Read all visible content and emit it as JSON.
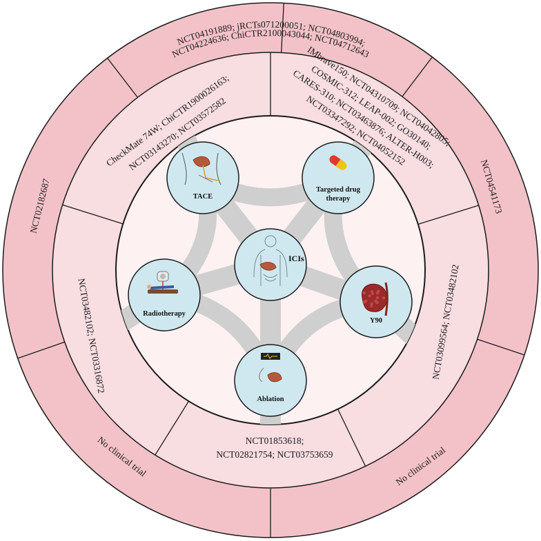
{
  "colors": {
    "outer_ring": "#f3c2c8",
    "middle_ring": "#f8dde1",
    "inner_disc": "#fdf1f2",
    "node_fill": "#cfe8ef",
    "connector": "#cfcfcf",
    "line": "#1a1a1a"
  },
  "center": {
    "label": "ICIs",
    "icon": "human-body-liver-icon"
  },
  "therapies": [
    {
      "key": "tace",
      "lines": [
        "TACE"
      ],
      "icon": "hepatic-catheter-icon"
    },
    {
      "key": "targeted",
      "lines": [
        "Targeted drug",
        "therapy"
      ],
      "icon": "pill-capsule-icon"
    },
    {
      "key": "y90",
      "lines": [
        "Y90"
      ],
      "icon": "microsphere-liver-icon"
    },
    {
      "key": "ablation",
      "lines": [
        "Ablation"
      ],
      "icon": "ablation-probe-icon"
    },
    {
      "key": "radiotherapy",
      "lines": [
        "Radiotherapy"
      ],
      "icon": "radiation-machine-icon"
    }
  ],
  "outer_ring": {
    "top": [
      "NCT04191889; jRCTs071200051; NCT04803994;",
      "NCT04224636; ChiCTR2100043044; NCT04712643"
    ],
    "left": "NCT02182687",
    "right": "NCT04541173",
    "bottom_left": "No clinical trial",
    "bottom_right": "No clinical trial"
  },
  "middle_ring": {
    "top_left": [
      "CheckMate 74W;  ChiCTR1900026163;",
      "NCT03143270; NCT03572582"
    ],
    "top_right": [
      "IMbrave150; NCT04310709; NCT04042805;",
      "COSMIC-312; LEAP-002; GO30140;",
      "CARES-310; NCT03463876; ALTER-H003;",
      "NCT03347292; NCT04052152"
    ],
    "right": "NCT03099564; NCT03482102",
    "bottom": [
      "NCT01853618;",
      "NCT02821754; NCT03753659"
    ],
    "left": "NCT03482102; NCT03316872"
  }
}
